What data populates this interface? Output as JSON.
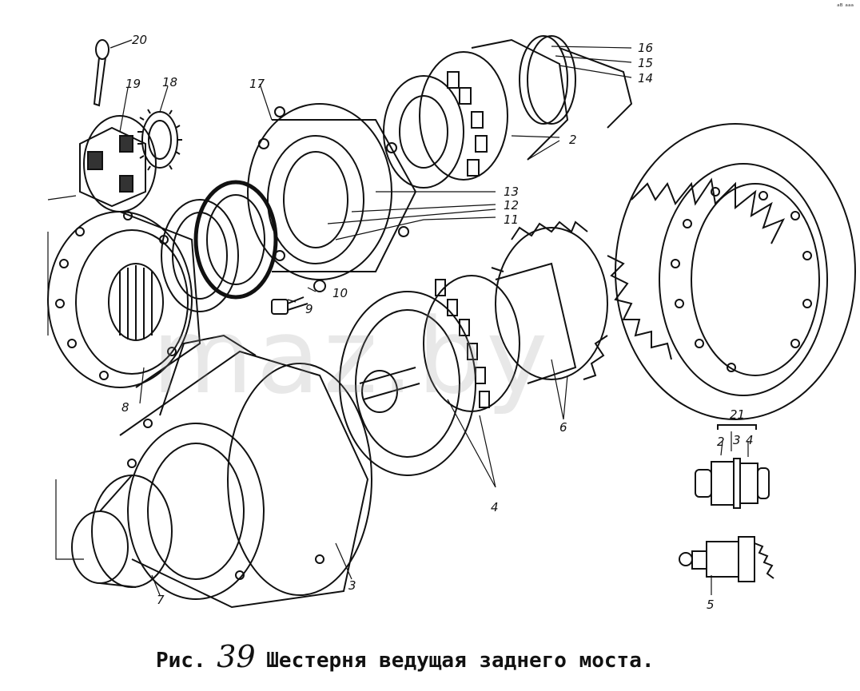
{
  "figure": {
    "caption_prefix": "Рис.",
    "caption_number": "39",
    "caption_text": "Шестерня ведущая заднего моста.",
    "corner_mark": "ᵃᴮ ᵃᵃᵃ",
    "watermark": "maz.by",
    "group_label": "21",
    "callouts": [
      "20",
      "19",
      "18",
      "17",
      "16",
      "15",
      "14",
      "2",
      "13",
      "12",
      "11",
      "10",
      "9",
      "8",
      "7",
      "3",
      "4",
      "6",
      "2",
      "3",
      "4",
      "5"
    ]
  }
}
